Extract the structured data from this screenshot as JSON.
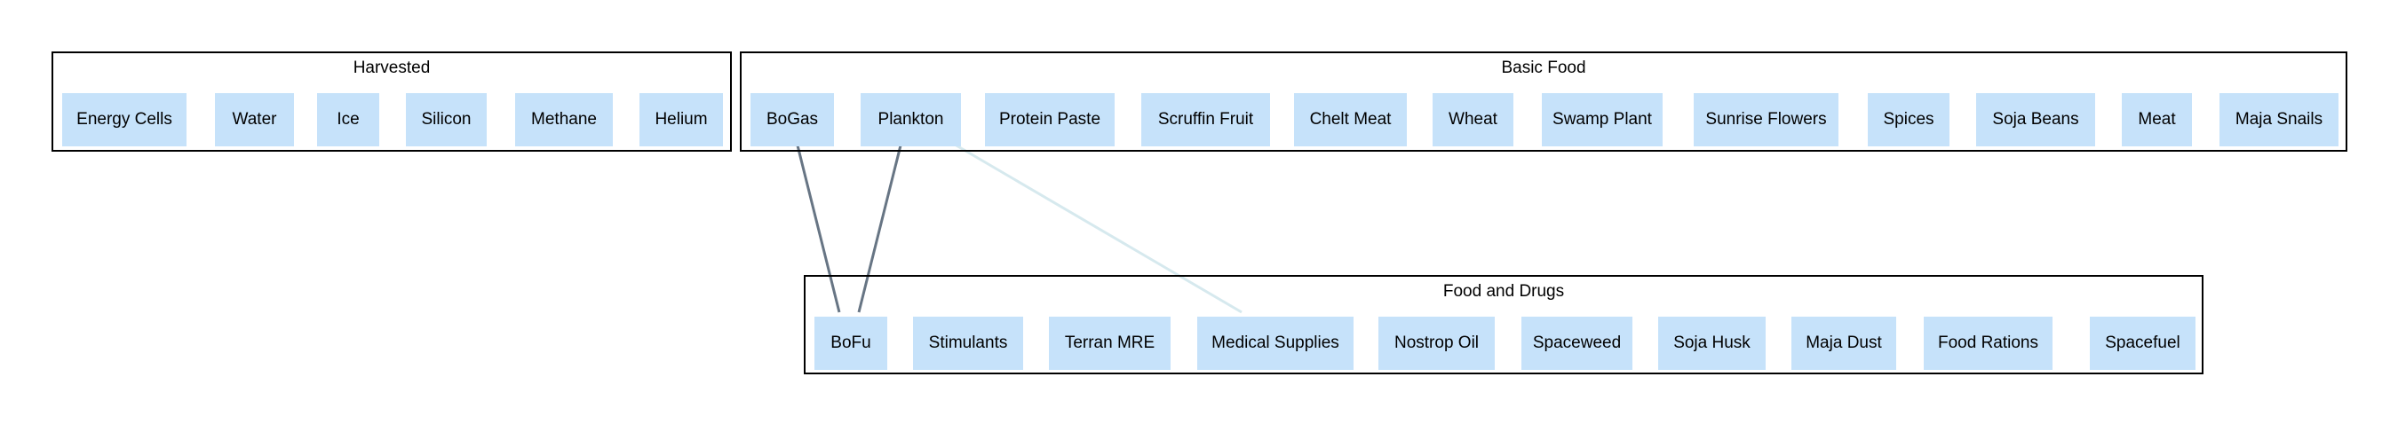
{
  "colors": {
    "node_fill": "#c6e2fa",
    "cluster_border": "#000000",
    "edge_dark": "#677584",
    "edge_light": "#d6e9ee"
  },
  "clusters": {
    "harvested": {
      "title": "Harvested",
      "nodes": [
        "Energy Cells",
        "Water",
        "Ice",
        "Silicon",
        "Methane",
        "Helium"
      ]
    },
    "basic_food": {
      "title": "Basic Food",
      "nodes": [
        "BoGas",
        "Plankton",
        "Protein Paste",
        "Scruffin Fruit",
        "Chelt Meat",
        "Wheat",
        "Swamp Plant",
        "Sunrise Flowers",
        "Spices",
        "Soja Beans",
        "Meat",
        "Maja Snails"
      ]
    },
    "food_and_drugs": {
      "title": "Food and Drugs",
      "nodes": [
        "BoFu",
        "Stimulants",
        "Terran MRE",
        "Medical Supplies",
        "Nostrop Oil",
        "Spaceweed",
        "Soja Husk",
        "Maja Dust",
        "Food Rations",
        "Spacefuel"
      ]
    }
  },
  "edges": [
    {
      "from": "BoGas",
      "to": "BoFu",
      "style": "dark"
    },
    {
      "from": "Plankton",
      "to": "BoFu",
      "style": "dark"
    },
    {
      "from": "Plankton",
      "to": "Medical Supplies",
      "style": "light"
    }
  ]
}
